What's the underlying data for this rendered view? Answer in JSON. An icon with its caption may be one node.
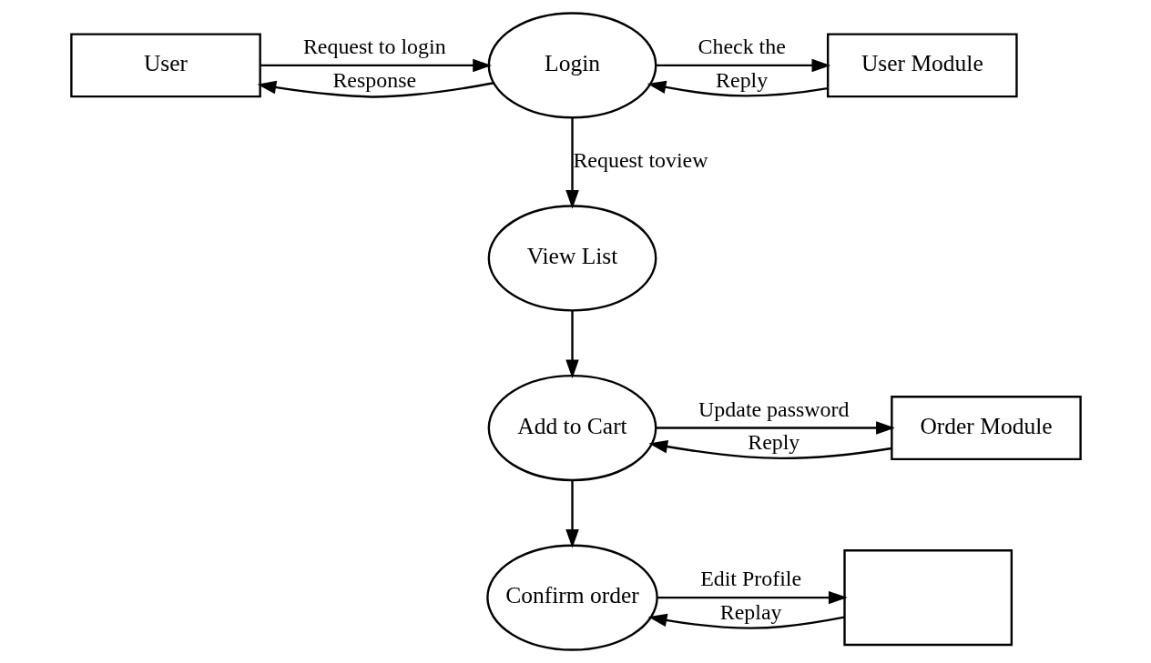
{
  "diagram": {
    "nodes": [
      {
        "text": [
          "User"
        ]
      },
      {
        "text": [
          "Login"
        ]
      },
      {
        "text": [
          "User Module"
        ]
      },
      {
        "text": [
          "View List"
        ]
      },
      {
        "text": [
          "Add to Cart"
        ]
      },
      {
        "text": [
          "Order Module"
        ]
      },
      {
        "text": [
          "Confirm order"
        ]
      },
      {
        "text": [],
        "shape": "box"
      }
    ],
    "edges": [
      {
        "from": 0,
        "to": 1,
        "arrow": "to",
        "label": "Request to login"
      },
      {
        "from": 1,
        "to": 0,
        "arrow": "to",
        "label": "Response"
      },
      {
        "from": 1,
        "to": 2,
        "arrow": "to",
        "label": "Check the"
      },
      {
        "from": 2,
        "to": 1,
        "arrow": "to",
        "label": "Reply"
      },
      {
        "from": 1,
        "to": 3,
        "arrow": "to",
        "label": "Request toview"
      },
      {
        "from": 3,
        "to": 4,
        "arrow": "to"
      },
      {
        "from": 4,
        "to": 5,
        "arrow": "to",
        "label": "Update password"
      },
      {
        "from": 5,
        "to": 4,
        "arrow": "to",
        "label": "Reply"
      },
      {
        "from": 4,
        "to": 6,
        "arrow": "to"
      },
      {
        "from": 6,
        "to": 7,
        "arrow": "to",
        "label": "Edit Profile"
      },
      {
        "from": 7,
        "to": 6,
        "arrow": "to",
        "label": "Replay"
      }
    ]
  }
}
